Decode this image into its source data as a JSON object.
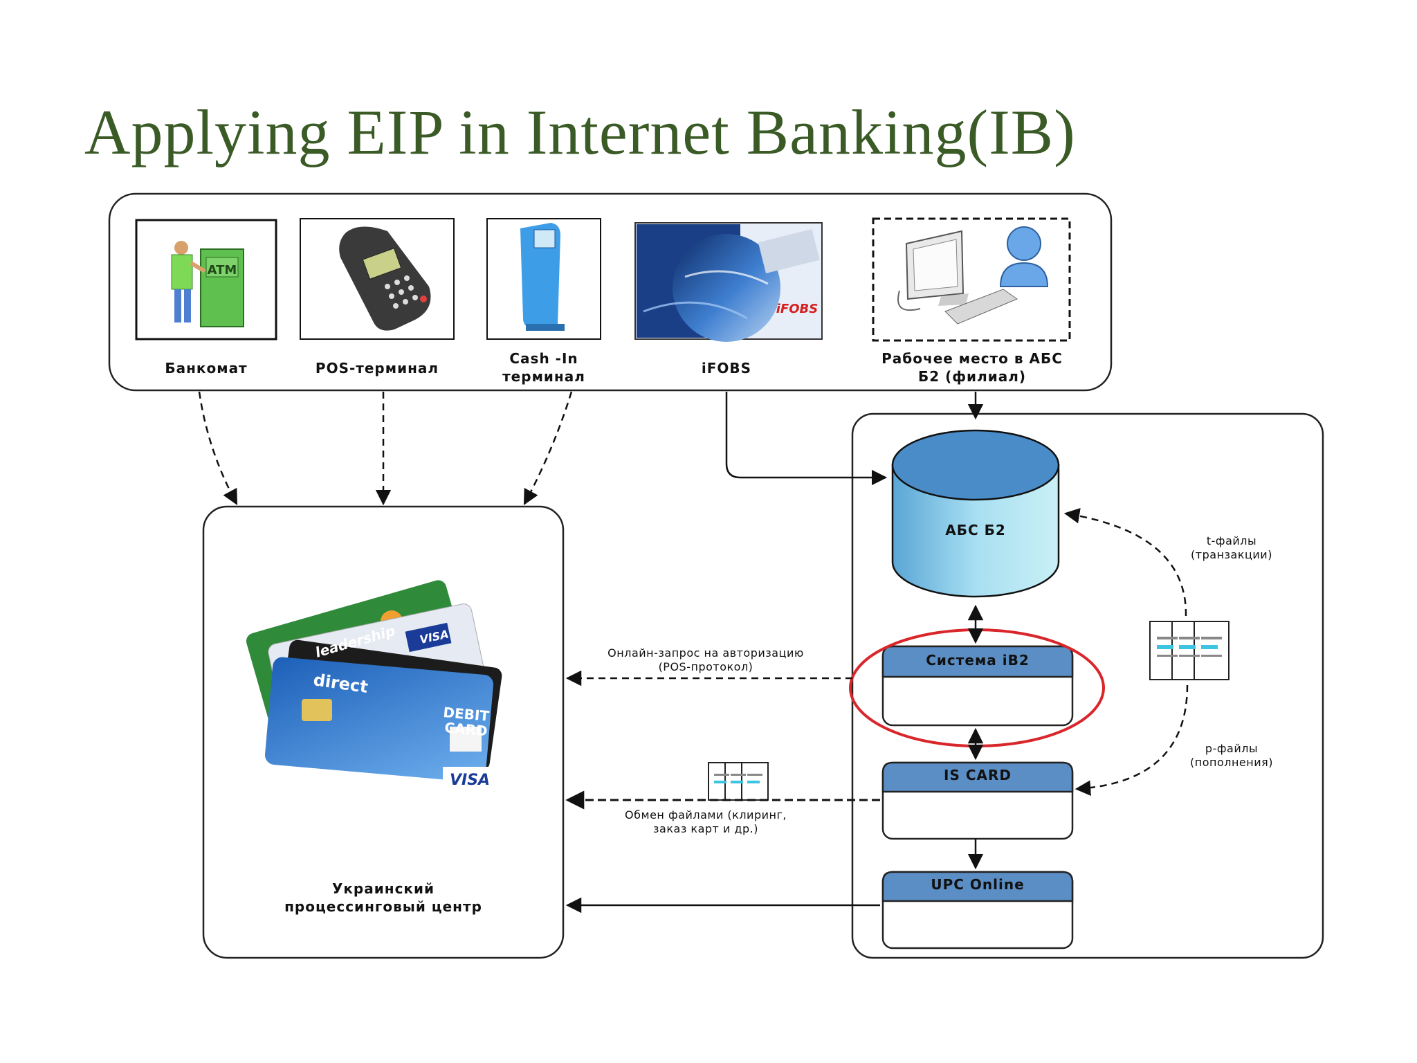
{
  "title": "Applying EIP in Internet Banking(IB)",
  "devices": {
    "atm_label": "Банкомат",
    "atm_sign": "ATM",
    "pos_label": "POS-терминал",
    "cashin_label_1": "Cash -In",
    "cashin_label_2": "терминал",
    "ifobs_label": "iFOBS",
    "ifobs_logo": "iFOBS",
    "workplace_label_1": "Рабочее место в АБС",
    "workplace_label_2": "Б2 (филиал)"
  },
  "processing_center": {
    "label_1": "Украинский",
    "label_2": "процессинговый центр",
    "card_texts": [
      "leadership",
      "VISA",
      "direct",
      "DEBIT",
      "CARD",
      "VISA"
    ]
  },
  "db": {
    "label": "АБС Б2"
  },
  "systems": {
    "ib2": "Система iB2",
    "iscard": "IS CARD",
    "upc": "UPC Online"
  },
  "edge_labels": {
    "online_request_1": "Онлайн-запрос на авторизацию",
    "online_request_2": "(POS-протокол)",
    "file_exchange_1": "Обмен файлами (клиринг,",
    "file_exchange_2": "заказ карт и др.)",
    "t_files_1": "t-файлы",
    "t_files_2": "(транзакции)",
    "p_files_1": "p-файлы",
    "p_files_2": "(пополнения)"
  },
  "colors": {
    "title": "#3a5a26",
    "box_header": "#5b8ec4",
    "highlight": "#d9262b",
    "db_top": "#4a8cc8",
    "db_body": "#9fd6f0"
  }
}
